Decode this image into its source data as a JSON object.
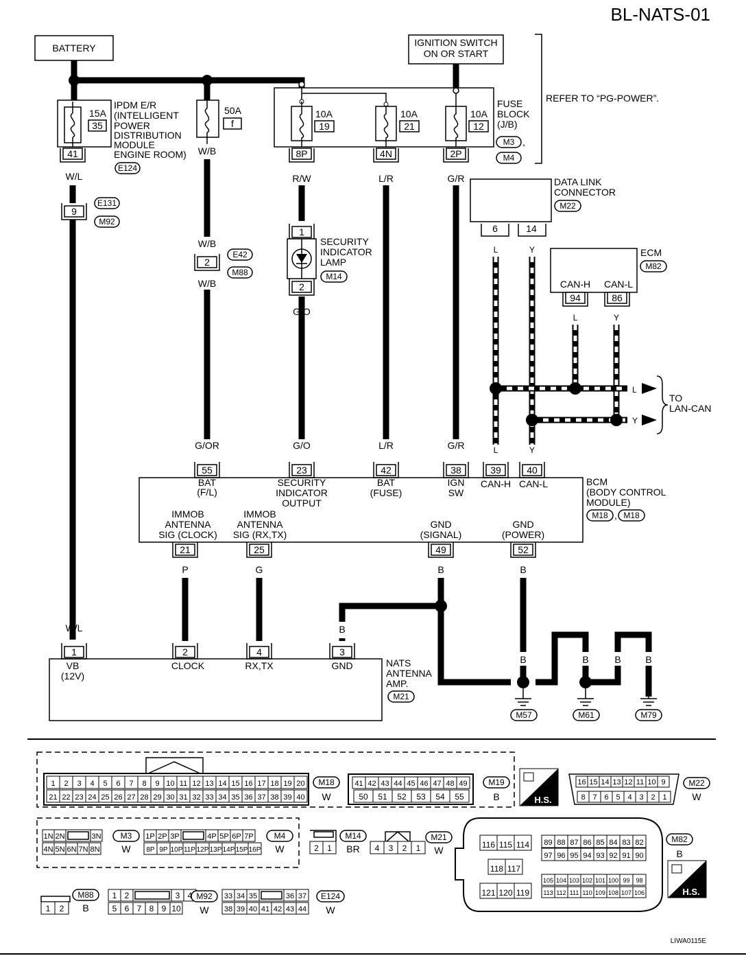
{
  "title": "BL-NATS-01",
  "footer_code": "LIWA0115E",
  "refer_note": "REFER TO “PG-POWER”.",
  "battery": "BATTERY",
  "ignition_switch": [
    "IGNITION SWITCH",
    "ON OR START"
  ],
  "ipdm": {
    "fuse_amp": "15A",
    "fuse_no": "35",
    "label": [
      "IPDM E/R",
      "(INTELLIGENT",
      "POWER",
      "DISTRIBUTION",
      "MODULE",
      "ENGINE ROOM)"
    ],
    "conn": "E124",
    "pin": "41"
  },
  "fuse_50a": {
    "amp": "50A",
    "no": "f"
  },
  "fuse_block": {
    "label": [
      "FUSE",
      "BLOCK",
      "(J/B)"
    ],
    "conns": [
      "M3",
      "M4"
    ],
    "fuses": [
      {
        "amp": "10A",
        "no": "19",
        "pin": "8P",
        "wire": "R/W"
      },
      {
        "amp": "10A",
        "no": "21",
        "pin": "4N",
        "wire": "L/R"
      },
      {
        "amp": "10A",
        "no": "12",
        "pin": "2P",
        "wire": "G/R"
      }
    ]
  },
  "wires": {
    "wl": "W/L",
    "wb": "W/B",
    "go": "G/O",
    "gor": "G/OR",
    "lr": "L/R",
    "gr": "G/R",
    "l": "L",
    "y": "Y",
    "p": "P",
    "g": "G",
    "b": "B"
  },
  "joint_e131": {
    "pin": "9",
    "conns": [
      "E131",
      "M92"
    ]
  },
  "joint_e42": {
    "pin": "2",
    "conns": [
      "E42",
      "M88"
    ]
  },
  "security_lamp": {
    "label": [
      "SECURITY",
      "INDICATOR",
      "LAMP"
    ],
    "conn": "M14",
    "pin_top": "1",
    "pin_bot": "2"
  },
  "data_link": {
    "label": [
      "DATA LINK",
      "CONNECTOR"
    ],
    "conn": "M22",
    "pins": [
      "6",
      "14"
    ]
  },
  "ecm": {
    "label": "ECM",
    "conn": "M82",
    "pins": [
      "94",
      "86"
    ],
    "terms": [
      "CAN-H",
      "CAN-L"
    ]
  },
  "to_lan_can": [
    "TO",
    "LAN-CAN"
  ],
  "bcm": {
    "label": [
      "BCM",
      "(BODY CONTROL",
      "MODULE)"
    ],
    "conns": [
      "M18",
      "M18"
    ],
    "top_pins": [
      {
        "pin": "55",
        "term": [
          "BAT",
          "(F/L)"
        ]
      },
      {
        "pin": "23",
        "term": [
          "SECURITY",
          "INDICATOR",
          "OUTPUT"
        ]
      },
      {
        "pin": "42",
        "term": [
          "BAT",
          "(FUSE)"
        ]
      },
      {
        "pin": "38",
        "term": [
          "IGN",
          "SW"
        ]
      },
      {
        "pin": "39",
        "term": [
          "CAN-H"
        ]
      },
      {
        "pin": "40",
        "term": [
          "CAN-L"
        ]
      }
    ],
    "bottom_pins": [
      {
        "pin": "21",
        "term": [
          "IMMOB",
          "ANTENNA",
          "SIG (CLOCK)"
        ]
      },
      {
        "pin": "25",
        "term": [
          "IMMOB",
          "ANTENNA",
          "SIG (RX,TX)"
        ]
      },
      {
        "pin": "49",
        "term": [
          "GND",
          "(SIGNAL)"
        ]
      },
      {
        "pin": "52",
        "term": [
          "GND",
          "(POWER)"
        ]
      }
    ]
  },
  "nats": {
    "label": [
      "NATS",
      "ANTENNA",
      "AMP."
    ],
    "conn": "M21",
    "pins": [
      {
        "pin": "1",
        "term": [
          "VB",
          "(12V)"
        ]
      },
      {
        "pin": "2",
        "term": [
          "CLOCK"
        ]
      },
      {
        "pin": "4",
        "term": [
          "RX,TX"
        ]
      },
      {
        "pin": "3",
        "term": [
          "GND"
        ]
      }
    ]
  },
  "grounds": [
    "M57",
    "M61",
    "M79"
  ],
  "legend": {
    "m18": {
      "row1": [
        "1",
        "2",
        "3",
        "4",
        "5",
        "6",
        "7",
        "8",
        "9",
        "10",
        "11",
        "12",
        "13",
        "14",
        "15",
        "16",
        "17",
        "18",
        "19",
        "20"
      ],
      "row2": [
        "21",
        "22",
        "23",
        "24",
        "25",
        "26",
        "27",
        "28",
        "29",
        "30",
        "31",
        "32",
        "33",
        "34",
        "35",
        "36",
        "37",
        "38",
        "39",
        "40"
      ],
      "conn": "M18",
      "color": "W"
    },
    "m19": {
      "row1": [
        "41",
        "42",
        "43",
        "44",
        "45",
        "46",
        "47",
        "48",
        "49"
      ],
      "row2": [
        "50",
        "51",
        "52",
        "53",
        "54",
        "55"
      ],
      "conn": "M19",
      "color": "B"
    },
    "hs": "H.S.",
    "m22": {
      "row1": [
        "16",
        "15",
        "14",
        "13",
        "12",
        "11",
        "10",
        "9"
      ],
      "row2": [
        "8",
        "7",
        "6",
        "5",
        "4",
        "3",
        "2",
        "1"
      ],
      "conn": "M22",
      "color": "W"
    },
    "m3": {
      "row1": [
        "1N",
        "2N",
        "",
        "3N"
      ],
      "row2": [
        "4N",
        "5N",
        "6N",
        "7N",
        "8N"
      ],
      "conn": "M3",
      "color": "W"
    },
    "m4": {
      "row1": [
        "1P",
        "2P",
        "3P",
        "",
        "4P",
        "5P",
        "6P",
        "7P"
      ],
      "row2": [
        "8P",
        "9P",
        "10P",
        "11P",
        "12P",
        "13P",
        "14P",
        "15P",
        "16P"
      ],
      "conn": "M4",
      "color": "W"
    },
    "m14": {
      "row2": [
        "2",
        "1"
      ],
      "conn": "M14",
      "color": "BR"
    },
    "m21": {
      "row2": [
        "4",
        "3",
        "2",
        "1"
      ],
      "conn": "M21",
      "color": "W"
    },
    "m82": {
      "a1": [
        "116",
        "115",
        "114"
      ],
      "a2": [
        "118",
        "117"
      ],
      "a3": [
        "121",
        "120",
        "119"
      ],
      "b1": [
        "89",
        "88",
        "87",
        "86",
        "85",
        "84",
        "83",
        "82"
      ],
      "b2": [
        "97",
        "96",
        "95",
        "94",
        "93",
        "92",
        "91",
        "90"
      ],
      "c1": [
        "105",
        "104",
        "103",
        "102",
        "101",
        "100",
        "99",
        "98"
      ],
      "c2": [
        "113",
        "112",
        "111",
        "110",
        "109",
        "108",
        "107",
        "106"
      ],
      "conn": "M82",
      "color": "B"
    },
    "m88": {
      "row2": [
        "1",
        "2"
      ],
      "conn": "M88",
      "color": "B"
    },
    "m92": {
      "row1": [
        "1",
        "2",
        "",
        "3",
        "4"
      ],
      "row2": [
        "5",
        "6",
        "7",
        "8",
        "9",
        "10"
      ],
      "conn": "M92",
      "color": "W"
    },
    "e124": {
      "row1": [
        "33",
        "34",
        "35",
        "",
        "36",
        "37"
      ],
      "row2": [
        "38",
        "39",
        "40",
        "41",
        "42",
        "43",
        "44"
      ],
      "conn": "E124",
      "color": "W"
    }
  }
}
